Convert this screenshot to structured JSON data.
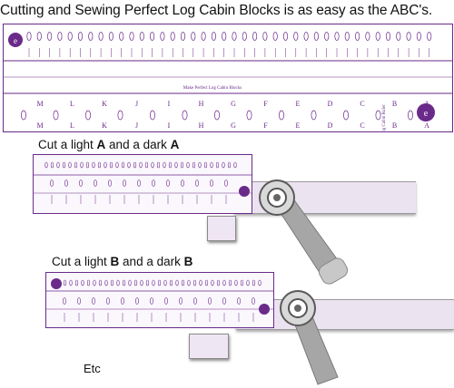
{
  "headline": "Cutting and Sewing Perfect Log Cabin Blocks is as easy as the ABC's.",
  "big_ruler": {
    "letters": [
      "A",
      "B",
      "C",
      "D",
      "E",
      "F",
      "G",
      "H",
      "I",
      "J",
      "K",
      "L",
      "M"
    ],
    "letters_bottom": [
      "A",
      "B",
      "C",
      "D",
      "E",
      "F",
      "G",
      "H",
      "I",
      "J",
      "K",
      "L",
      "M"
    ],
    "center_text": "Make Perfect Log Cabin Blocks",
    "side_text": "Log Cabin Ruler",
    "brand_color": "#6a2a8a"
  },
  "step_a": {
    "caption_prefix": "Cut a light ",
    "caption_letter_1": "A",
    "caption_middle": " and a dark ",
    "caption_letter_2": "A"
  },
  "step_b": {
    "caption_prefix": "Cut a light ",
    "caption_letter_1": "B",
    "caption_middle": " and a dark ",
    "caption_letter_2": "B"
  },
  "etc": "Etc",
  "colors": {
    "ruler_purple": "#6a2a8a",
    "fabric_lavender": "#ece3f1",
    "cutter_gray": "#9a9a9a"
  }
}
